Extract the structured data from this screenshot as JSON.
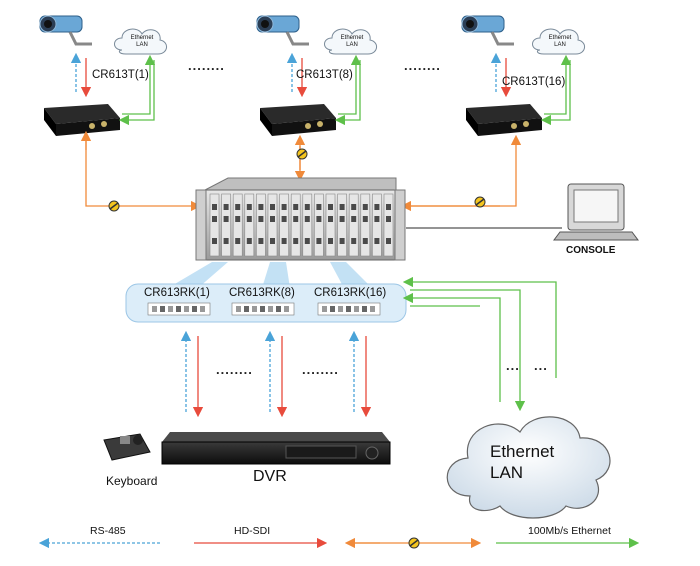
{
  "transmitters": [
    {
      "label": "CR613T(1)"
    },
    {
      "label": "CR613T(8)"
    },
    {
      "label": "CR613T(16)"
    }
  ],
  "small_cloud_text": [
    "Ethernet",
    "LAN"
  ],
  "ellipsis": "........",
  "receivers": [
    {
      "label": "CR613RK(1)"
    },
    {
      "label": "CR613RK(8)"
    },
    {
      "label": "CR613RK(16)"
    }
  ],
  "console_label": "CONSOLE",
  "keyboard_label": "Keyboard",
  "dvr_label": "DVR",
  "ethernet_lan": {
    "line1": "Ethernet",
    "line2": "LAN"
  },
  "lan_dots": [
    "...",
    "..."
  ],
  "legend": [
    {
      "label": "RS-485",
      "color": "#4aa3d8",
      "style": "dashed"
    },
    {
      "label": "HD-SDI",
      "color": "#e84b3c",
      "style": "solid"
    },
    {
      "label": "",
      "color": "#f08a3a",
      "style": "fiber"
    },
    {
      "label": "100Mb/s Ethernet",
      "color": "#5ec04a",
      "style": "solid"
    }
  ],
  "colors": {
    "rs485": "#4aa3d8",
    "hdsdi": "#e84b3c",
    "fiber": "#f08a3a",
    "ethernet": "#5ec04a",
    "receiver_panel": "#d8ebf8"
  }
}
